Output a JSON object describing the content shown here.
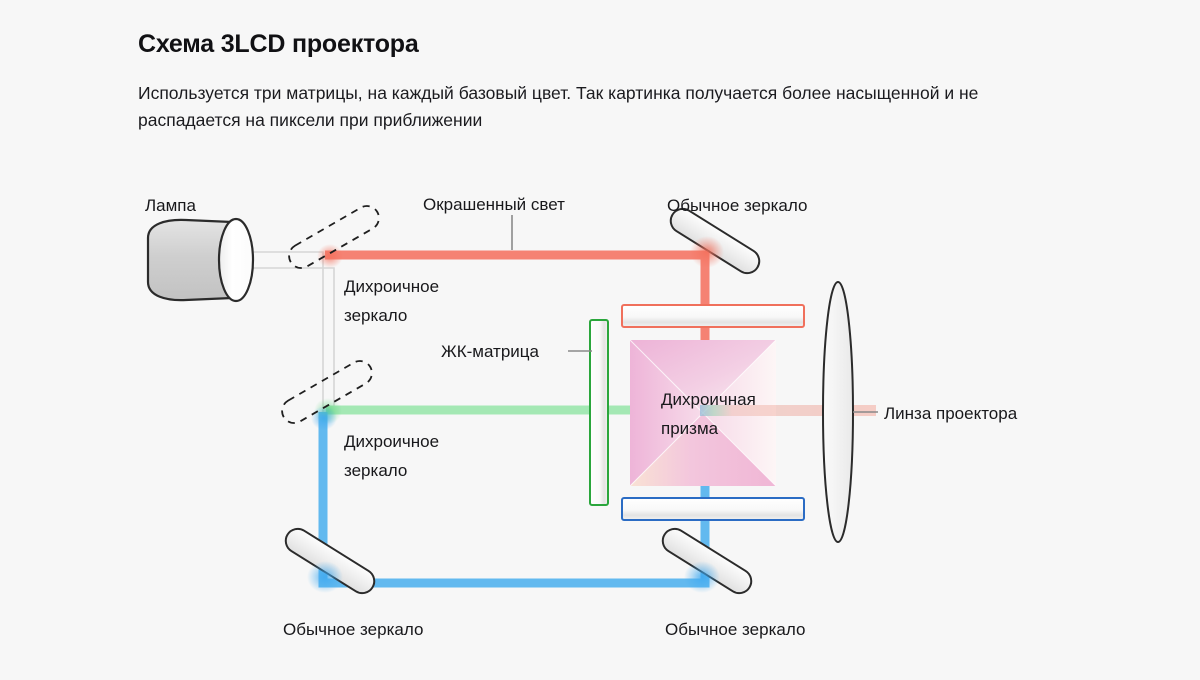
{
  "header": {
    "title": "Схема 3LCD проектора",
    "subtitle": "Используется три матрицы, на каждый базовый цвет. Так картинка получается более насыщенной и не распадается на пиксели при приближении"
  },
  "diagram": {
    "name": "3lcd-projector-optical-path",
    "labels": {
      "lamp": "Лампа",
      "colored_light": "Окрашенный свет",
      "mirror_top_right": "Обычное зеркало",
      "dichroic_mirror_1_line1": "Дихроичное",
      "dichroic_mirror_1_line2": "зеркало",
      "dichroic_mirror_2_line1": "Дихроичное",
      "dichroic_mirror_2_line2": "зеркало",
      "lcd_panel": "ЖК-матрица",
      "prism_line1": "Дихроичная",
      "prism_line2": "призма",
      "lens": "Линза проектора",
      "mirror_bottom_left": "Обычное зеркало",
      "mirror_bottom_right": "Обычное зеркало"
    },
    "colors": {
      "background": "#f7f7f7",
      "red_beam": "#f58273",
      "green_beam": "#a4e8b4",
      "blue_beam": "#62b9ef",
      "white_beam": "#d4d4d4",
      "red_panel_border": "#f0705c",
      "green_panel_border": "#2aa63c",
      "blue_panel_border": "#2b6cc4",
      "mirror_stroke": "#2b2b2b",
      "prism_pink": "#f0a8cd",
      "text": "#18181b",
      "leader_line": "#8a8a8a"
    }
  }
}
